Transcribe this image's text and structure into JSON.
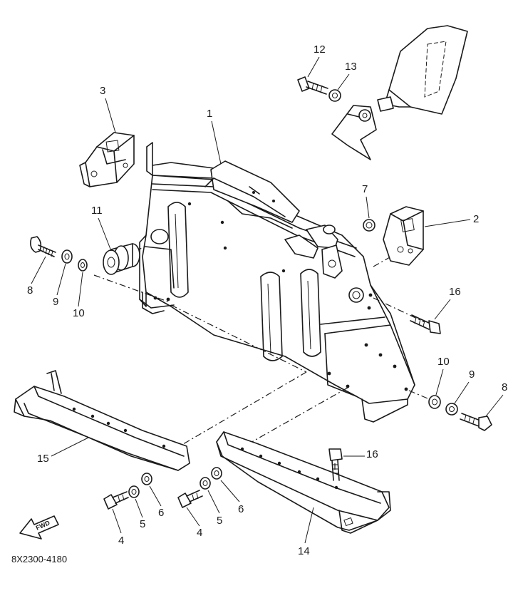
{
  "diagram": {
    "document_id": "8X2300-4180",
    "direction_label": "FWD"
  },
  "callouts": [
    {
      "id": "c1",
      "label": "1"
    },
    {
      "id": "c2",
      "label": "2"
    },
    {
      "id": "c3",
      "label": "3"
    },
    {
      "id": "c4a",
      "label": "4"
    },
    {
      "id": "c4b",
      "label": "4"
    },
    {
      "id": "c5a",
      "label": "5"
    },
    {
      "id": "c5b",
      "label": "5"
    },
    {
      "id": "c6a",
      "label": "6"
    },
    {
      "id": "c6b",
      "label": "6"
    },
    {
      "id": "c7",
      "label": "7"
    },
    {
      "id": "c8a",
      "label": "8"
    },
    {
      "id": "c8b",
      "label": "8"
    },
    {
      "id": "c9a",
      "label": "9"
    },
    {
      "id": "c9b",
      "label": "9"
    },
    {
      "id": "c10a",
      "label": "10"
    },
    {
      "id": "c10b",
      "label": "10"
    },
    {
      "id": "c11",
      "label": "11"
    },
    {
      "id": "c12",
      "label": "12"
    },
    {
      "id": "c13",
      "label": "13"
    },
    {
      "id": "c14",
      "label": "14"
    },
    {
      "id": "c15",
      "label": "15"
    },
    {
      "id": "c16a",
      "label": "16"
    },
    {
      "id": "c16b",
      "label": "16"
    }
  ],
  "colors": {
    "ink": "#1a1a1a",
    "paper": "#ffffff"
  }
}
